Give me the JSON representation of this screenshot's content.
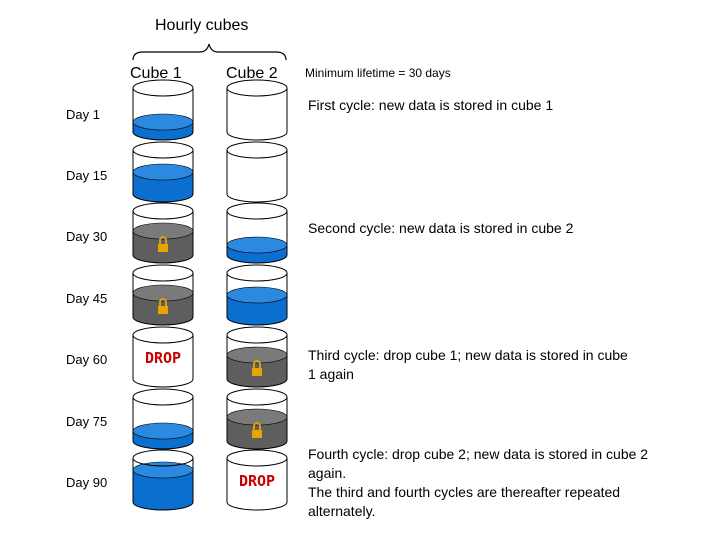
{
  "header": {
    "title": "Hourly cubes",
    "cube1_label": "Cube 1",
    "cube2_label": "Cube 2",
    "note": "Minimum lifetime = 30 days"
  },
  "rows": [
    {
      "day": "Day 1",
      "cube1": "fill-low",
      "cube2": "empty"
    },
    {
      "day": "Day 15",
      "cube1": "fill-mid",
      "cube2": "empty"
    },
    {
      "day": "Day 30",
      "cube1": "locked",
      "cube2": "fill-low"
    },
    {
      "day": "Day 45",
      "cube1": "locked",
      "cube2": "fill-mid"
    },
    {
      "day": "Day 60",
      "cube1": "drop",
      "cube2": "locked"
    },
    {
      "day": "Day 75",
      "cube1": "fill-low",
      "cube2": "locked"
    },
    {
      "day": "Day 90",
      "cube1": "fill-high",
      "cube2": "drop"
    }
  ],
  "descriptions": [
    {
      "lines": [
        "First cycle: new data is stored in cube 1"
      ]
    },
    {
      "lines": [
        "Second cycle: new data is stored in cube 2"
      ]
    },
    {
      "lines": [
        "Third cycle: drop cube 1; new data is stored in cube",
        "1 again"
      ]
    },
    {
      "lines": [
        "Fourth cycle: drop cube 2; new data is stored in cube 2",
        "again.",
        "The third and fourth cycles are thereafter repeated",
        "alternately."
      ]
    }
  ],
  "drop_text": "DROP",
  "colors": {
    "water": "#0a6fce",
    "water_top": "#2b8ae0",
    "locked_body": "#5e5e5e",
    "locked_top": "#7a7a7a",
    "lock": "#e8a400",
    "drop": "#cc0000",
    "outline": "#000000"
  },
  "icons": {
    "lock": "padlock-icon",
    "brace": "curly-brace"
  }
}
